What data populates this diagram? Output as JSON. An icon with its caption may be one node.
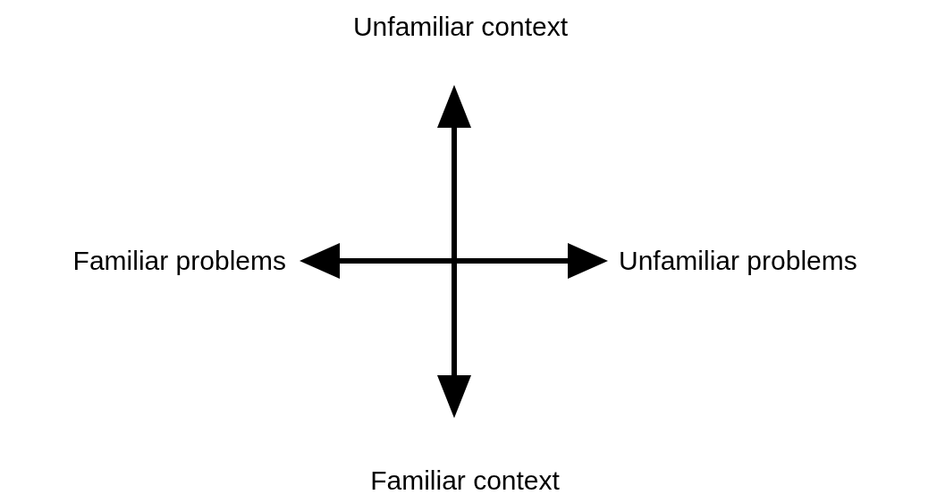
{
  "diagram": {
    "labels": [
      "Unfamiliar context",
      "Familiar problems",
      "Unfamiliar problems",
      "Familiar context"
    ]
  }
}
